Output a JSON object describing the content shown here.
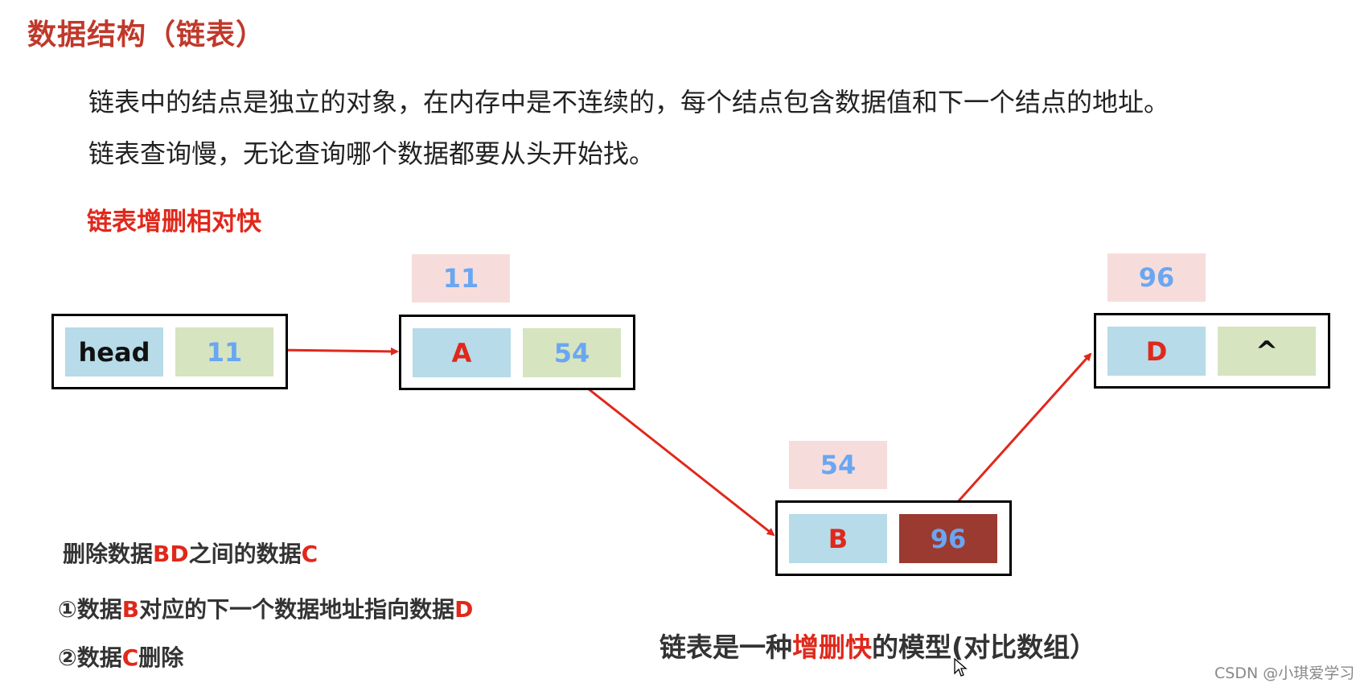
{
  "title": "数据结构（链表）",
  "paragraphs": [
    "链表中的结点是独立的对象，在内存中是不连续的，每个结点包含数据值和下一个结点的地址。",
    "链表查询慢，无论查询哪个数据都要从头开始找。"
  ],
  "subtitle": "链表增删相对快",
  "nodes": {
    "head": {
      "data": "head",
      "next": "11"
    },
    "a": {
      "address": "11",
      "data": "A",
      "next": "54"
    },
    "b": {
      "address": "54",
      "data": "B",
      "next": "96"
    },
    "d": {
      "address": "96",
      "data": "D",
      "next": "^"
    }
  },
  "notes": {
    "line1": {
      "p1": "删除数据",
      "p2": "BD",
      "p3": "之间的数据",
      "p4": "C"
    },
    "line2": {
      "p1": "①数据",
      "p2": "B",
      "p3": "对应的下一个数据地址指向数据",
      "p4": "D"
    },
    "line3": {
      "p1": "②数据",
      "p2": "C",
      "p3": "删除"
    }
  },
  "caption": {
    "p1": "链表是一种",
    "p2": "增删快",
    "p3": "的模型(对比数组）"
  },
  "watermark": "CSDN @小琪爱学习",
  "colors": {
    "title": "#c0392b",
    "highlight": "#e0281b",
    "data_cell": "#b7dbe8",
    "next_cell": "#d6e4c0",
    "address_box": "#f6dddb",
    "address_text": "#6aa6f2",
    "deleted_next_cell": "#9b3a31",
    "arrow": "#e0281b"
  }
}
